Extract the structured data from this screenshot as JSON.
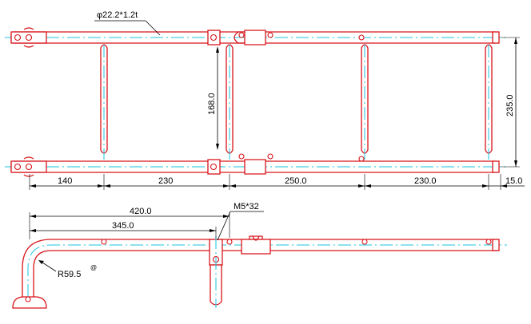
{
  "dimensions": {
    "tube_spec": "φ22.2*1.2t",
    "seg1": "140",
    "seg2": "230",
    "seg3": "250.0",
    "seg4": "230.0",
    "end_offset": "15.0",
    "rung_length": "168.0",
    "overall_height": "235.0",
    "side_overall": "420.0",
    "side_to_hinge": "345.0",
    "bolt": "M5*32",
    "bend_radius": "R59.5",
    "bend_mark": "@"
  },
  "colors": {
    "part": "#d8141b",
    "centerline": "#19c6dd",
    "dimension": "#000000"
  }
}
